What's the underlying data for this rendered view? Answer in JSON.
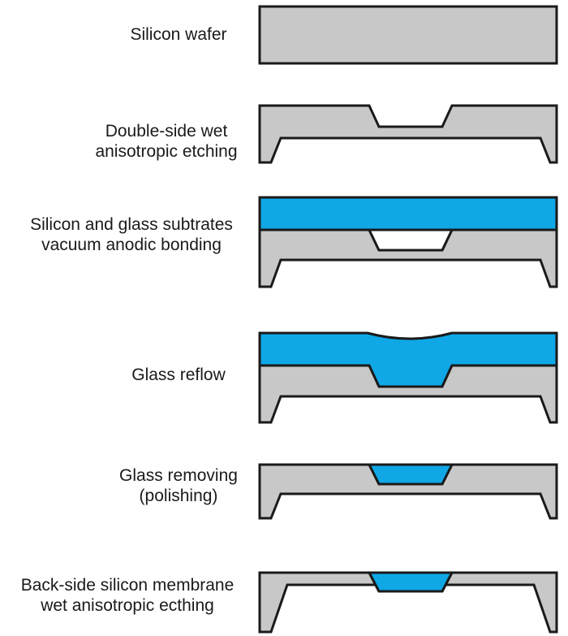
{
  "colors": {
    "silicon": "#c8c8c8",
    "glass": "#0fa7e6",
    "outline": "#1a1a1a",
    "cavity": "#ffffff"
  },
  "steps": [
    {
      "label_lines": [
        "Silicon wafer"
      ]
    },
    {
      "label_lines": [
        "Double-side wet",
        "anisotropic etching"
      ]
    },
    {
      "label_lines": [
        "Silicon and glass subtrates",
        "vacuum anodic bonding"
      ]
    },
    {
      "label_lines": [
        "Glass reflow"
      ]
    },
    {
      "label_lines": [
        "Glass removing",
        "(polishing)"
      ]
    },
    {
      "label_lines": [
        "Back-side silicon membrane",
        "wet anisotropic ecthing"
      ]
    }
  ]
}
